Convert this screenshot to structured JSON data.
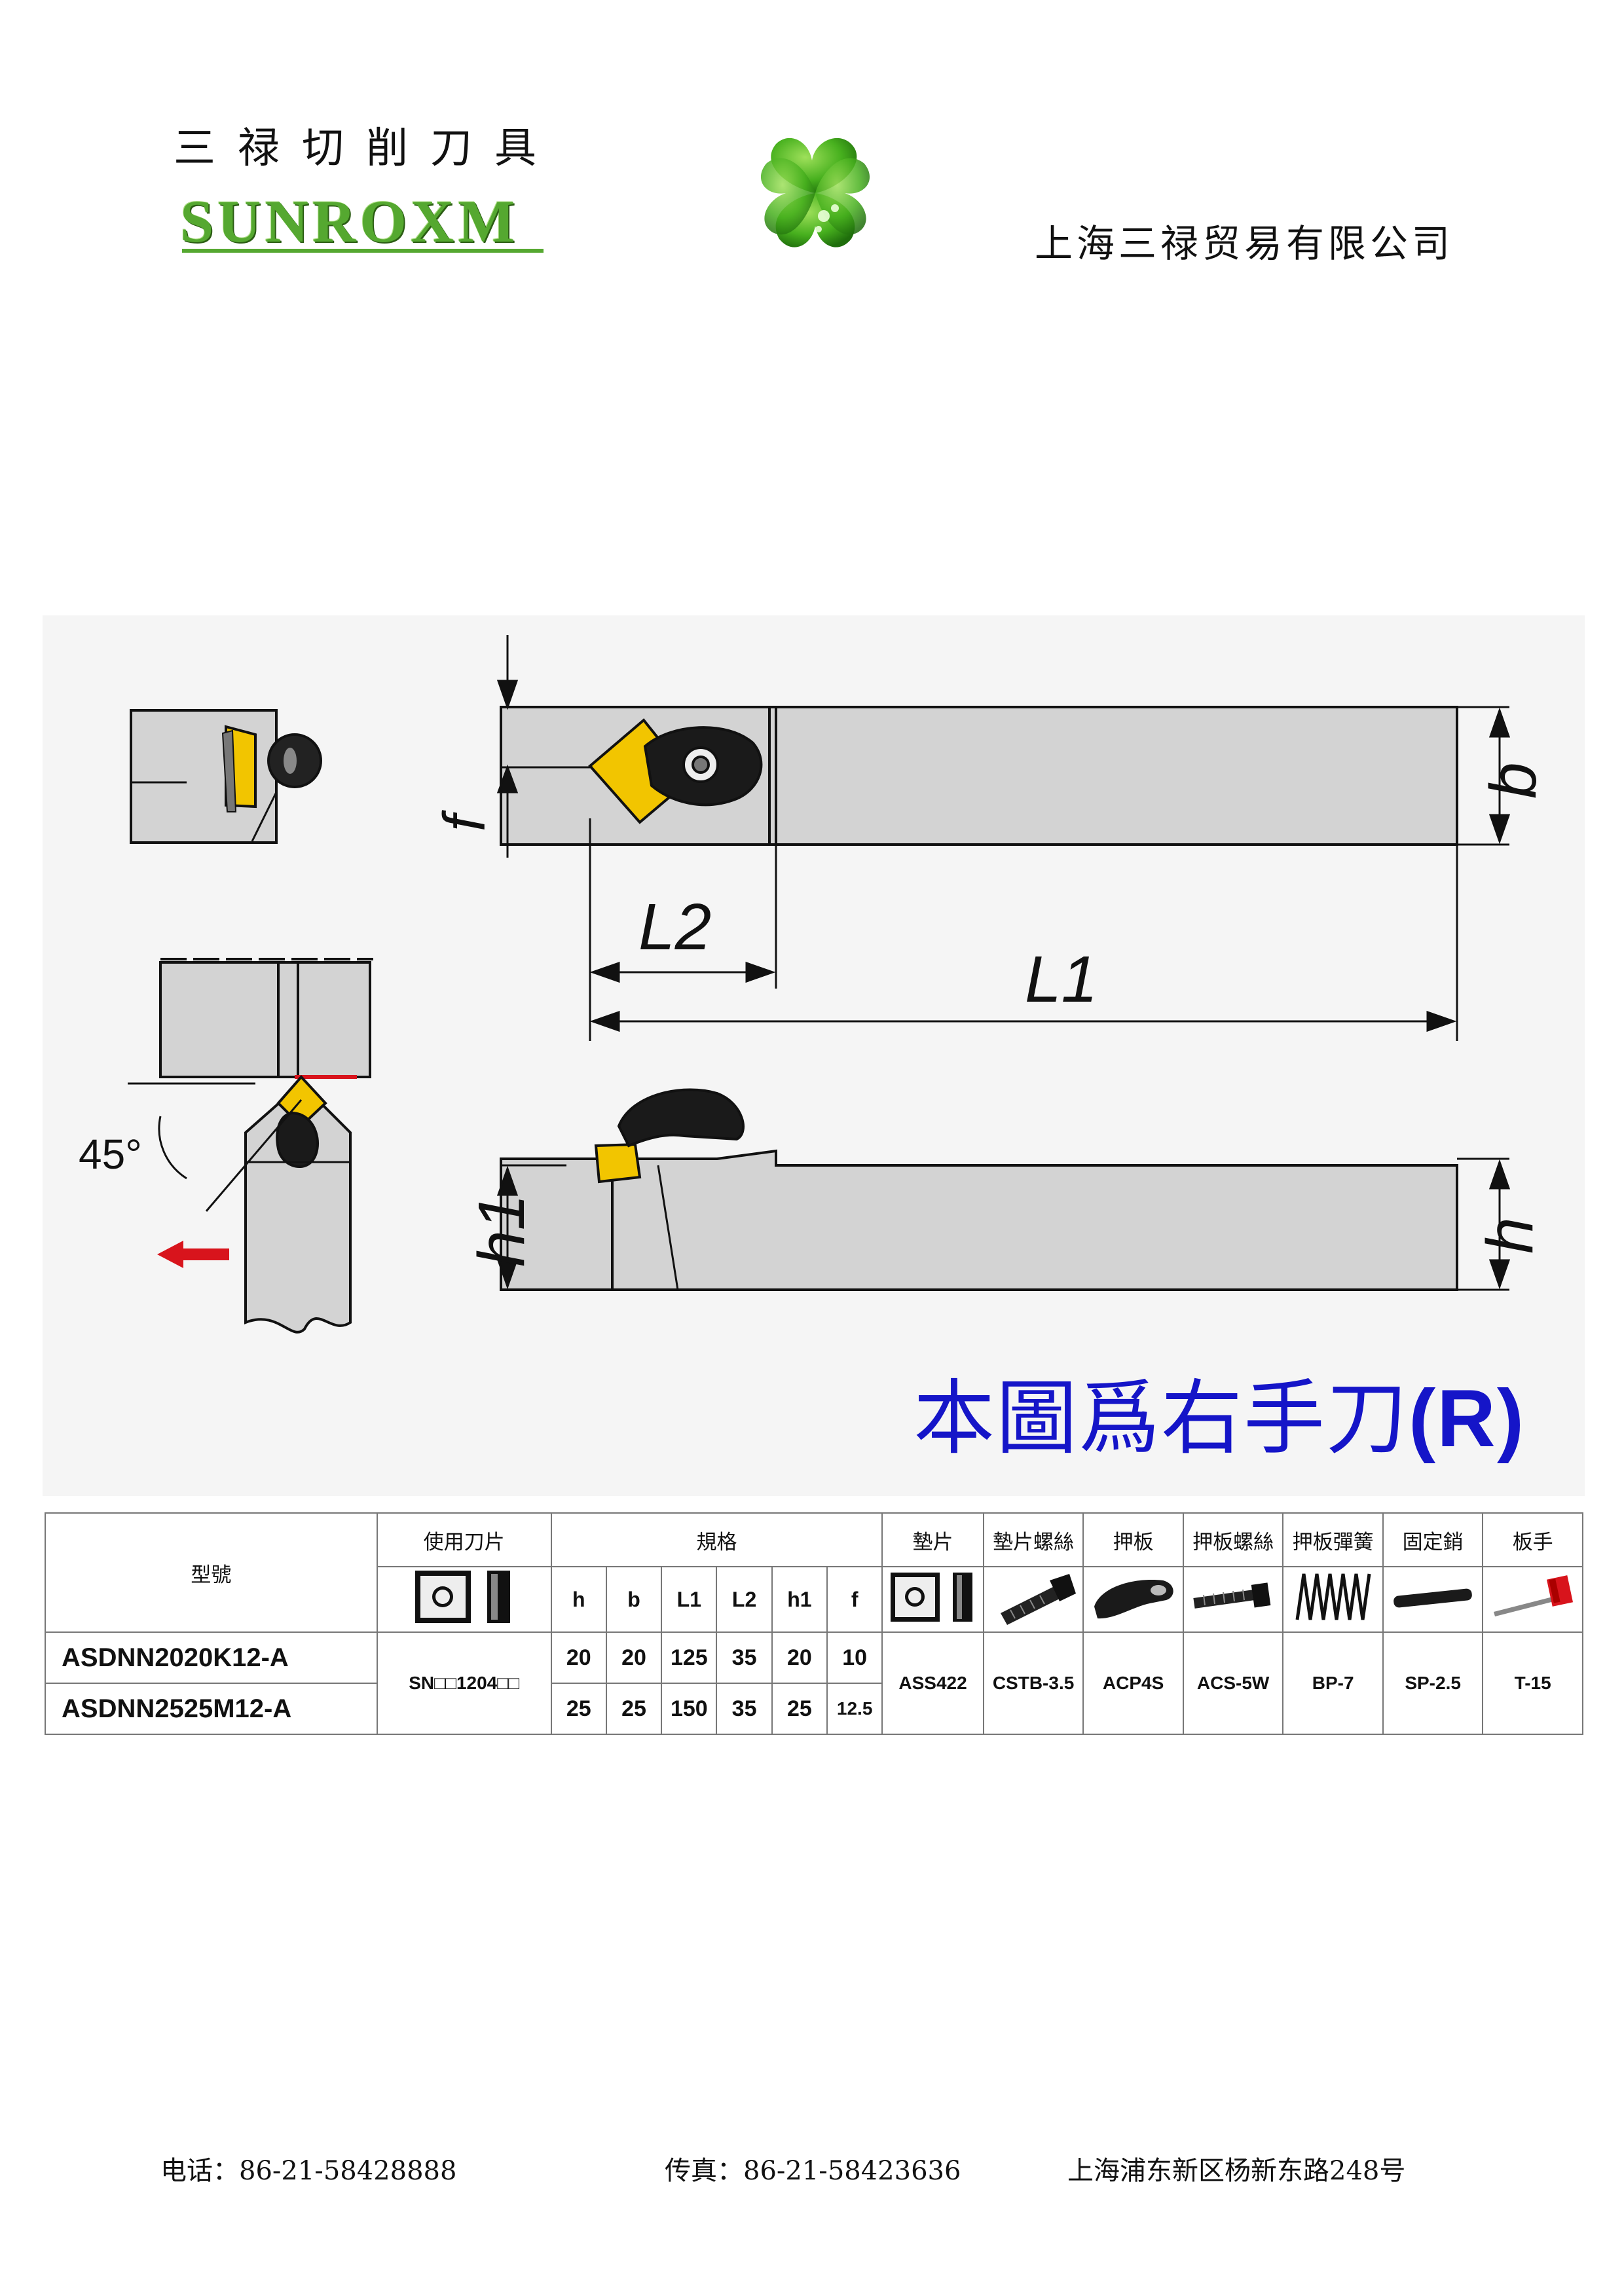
{
  "header": {
    "brand_cn": "三禄切削刀具",
    "brand_en": "SUNROXM",
    "company": "上海三禄贸易有限公司"
  },
  "drawing": {
    "labels": {
      "f": "f",
      "b": "b",
      "L2": "L2",
      "L1": "L1",
      "h": "h",
      "h1": "h1",
      "angle": "45°"
    },
    "caption": "本圖爲右手刀",
    "caption_suffix": "(R)",
    "colors": {
      "caption": "#1515c8",
      "insert": "#f2c500",
      "body": "#d3d3d3",
      "arrow": "#d8141c"
    }
  },
  "table": {
    "col_model": "型號",
    "col_insert": "使用刀片",
    "col_spec": "規格",
    "col_shim": "墊片",
    "col_shim_screw": "墊片螺絲",
    "col_clamp": "押板",
    "col_clamp_screw": "押板螺絲",
    "col_spring": "押板彈簧",
    "col_pin": "固定銷",
    "col_wrench": "板手",
    "dims": [
      "h",
      "b",
      "L1",
      "L2",
      "h1",
      "f"
    ],
    "insert_code": "SN□□1204□□",
    "rows": [
      {
        "model": "ASDNN2020K12-A",
        "h": "20",
        "b": "20",
        "L1": "125",
        "L2": "35",
        "h1": "20",
        "f": "10"
      },
      {
        "model": "ASDNN2525M12-A",
        "h": "25",
        "b": "25",
        "L1": "150",
        "L2": "35",
        "h1": "25",
        "f": "12.5"
      }
    ],
    "parts": {
      "shim": "ASS422",
      "shim_screw": "CSTB-3.5",
      "clamp": "ACP4S",
      "clamp_screw": "ACS-5W",
      "spring": "BP-7",
      "pin": "SP-2.5",
      "wrench": "T-15"
    }
  },
  "footer": {
    "phone": "电话：86-21-58428888",
    "fax": "传真：86-21-58423636",
    "address": "上海浦东新区杨新东路248号"
  }
}
